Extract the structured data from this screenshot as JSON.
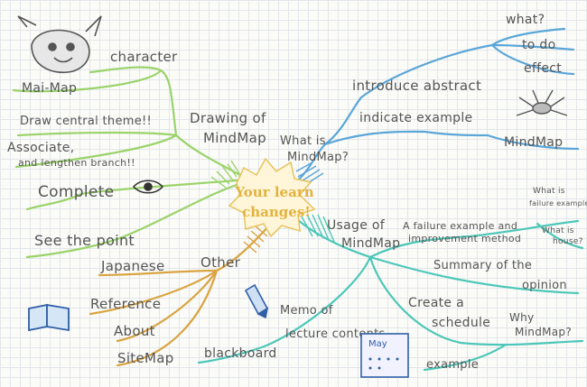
{
  "center": {
    "line1": "Your learn",
    "line2": "changes!"
  },
  "colors": {
    "green": "#9ad36a",
    "blue": "#5aa6d8",
    "teal": "#4cc7b8",
    "orange": "#d9a441",
    "gold": "#e8c35a",
    "ink": "#555555"
  },
  "branches": {
    "drawing": {
      "line1": "Drawing of",
      "line2": "MindMap",
      "character": "character",
      "mai_map": "Mai-Map",
      "draw_central": "Draw central theme!!",
      "associate_1": "Associate,",
      "associate_2": "and lengthen branch!!",
      "complete": "Complete",
      "see_point": "See the point"
    },
    "what_is": {
      "line1": "What is",
      "line2": "MindMap?",
      "introduce": "introduce abstract",
      "what": "what?",
      "to_do": "to do",
      "effect": "effect",
      "indicate": "indicate example",
      "mindmap": "MindMap"
    },
    "usage": {
      "line1": "Usage of",
      "line2": "MindMap",
      "failure_1": "A failure example and",
      "failure_2": "improvement method",
      "failure_note_1": "What is",
      "failure_note_2": "failure example",
      "house_1": "What is",
      "house_2": "house?",
      "summary_1": "Summary of the",
      "summary_2": "opinion",
      "create_1": "Create a",
      "create_2": "schedule",
      "why_1": "Why",
      "why_2": "MindMap?",
      "example": "example",
      "memo_1": "Memo of",
      "memo_2": "lecture contents",
      "blackboard": "blackboard",
      "calendar": "May"
    },
    "other": {
      "label": "Other",
      "japanese": "Japanese",
      "reference": "Reference",
      "about": "About",
      "sitemap": "SiteMap"
    }
  },
  "icons": [
    "character-icon",
    "eye-icon",
    "book-icon",
    "pencil-icon",
    "calendar-icon",
    "spider-icon"
  ]
}
